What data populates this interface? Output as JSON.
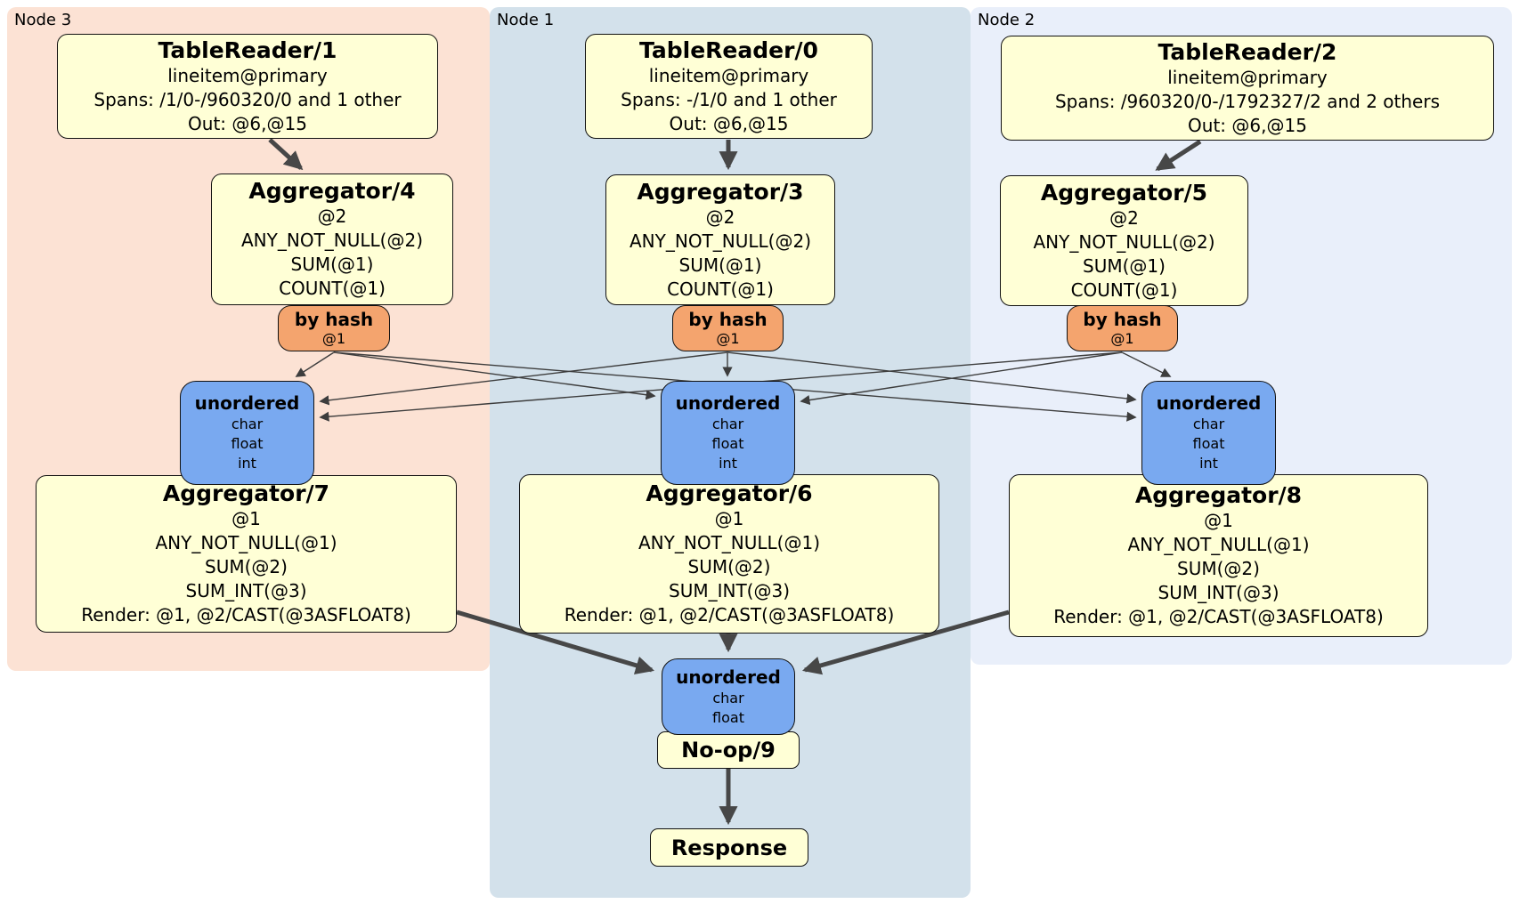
{
  "panels": {
    "node3": {
      "label": "Node 3",
      "fill": "#fce2d4"
    },
    "node1": {
      "label": "Node 1",
      "fill": "#d3e1eb"
    },
    "node2": {
      "label": "Node 2",
      "fill": "#e9effa"
    }
  },
  "colors": {
    "processor_fill": "#ffffd6",
    "router_fill": "#f4a46e",
    "sync_fill": "#79a9f0",
    "edge": "#474747"
  },
  "processors": {
    "tr1": {
      "title": "TableReader/1",
      "lines": [
        "lineitem@primary",
        "Spans: /1/0-/960320/0 and 1 other",
        "Out: @6,@15"
      ]
    },
    "tr0": {
      "title": "TableReader/0",
      "lines": [
        "lineitem@primary",
        "Spans: -/1/0 and 1 other",
        "Out: @6,@15"
      ]
    },
    "tr2": {
      "title": "TableReader/2",
      "lines": [
        "lineitem@primary",
        "Spans: /960320/0-/1792327/2 and 2 others",
        "Out: @6,@15"
      ]
    },
    "agg4": {
      "title": "Aggregator/4",
      "lines": [
        "@2",
        "ANY_NOT_NULL(@2)",
        "SUM(@1)",
        "COUNT(@1)"
      ]
    },
    "agg3": {
      "title": "Aggregator/3",
      "lines": [
        "@2",
        "ANY_NOT_NULL(@2)",
        "SUM(@1)",
        "COUNT(@1)"
      ]
    },
    "agg5": {
      "title": "Aggregator/5",
      "lines": [
        "@2",
        "ANY_NOT_NULL(@2)",
        "SUM(@1)",
        "COUNT(@1)"
      ]
    },
    "agg7": {
      "title": "Aggregator/7",
      "lines": [
        "@1",
        "ANY_NOT_NULL(@1)",
        "SUM(@2)",
        "SUM_INT(@3)",
        "Render: @1, @2/CAST(@3ASFLOAT8)"
      ]
    },
    "agg6": {
      "title": "Aggregator/6",
      "lines": [
        "@1",
        "ANY_NOT_NULL(@1)",
        "SUM(@2)",
        "SUM_INT(@3)",
        "Render: @1, @2/CAST(@3ASFLOAT8)"
      ]
    },
    "agg8": {
      "title": "Aggregator/8",
      "lines": [
        "@1",
        "ANY_NOT_NULL(@1)",
        "SUM(@2)",
        "SUM_INT(@3)",
        "Render: @1, @2/CAST(@3ASFLOAT8)"
      ]
    },
    "noop": {
      "title": "No-op/9"
    },
    "resp": {
      "title": "Response"
    }
  },
  "routers": {
    "r4": {
      "title": "by hash",
      "detail": "@1"
    },
    "r3": {
      "title": "by hash",
      "detail": "@1"
    },
    "r5": {
      "title": "by hash",
      "detail": "@1"
    }
  },
  "syncs": {
    "u7": {
      "title": "unordered",
      "lines": [
        "char",
        "float",
        "int"
      ]
    },
    "u6": {
      "title": "unordered",
      "lines": [
        "char",
        "float",
        "int"
      ]
    },
    "u8": {
      "title": "unordered",
      "lines": [
        "char",
        "float",
        "int"
      ]
    },
    "u9": {
      "title": "unordered",
      "lines": [
        "char",
        "float"
      ]
    }
  }
}
